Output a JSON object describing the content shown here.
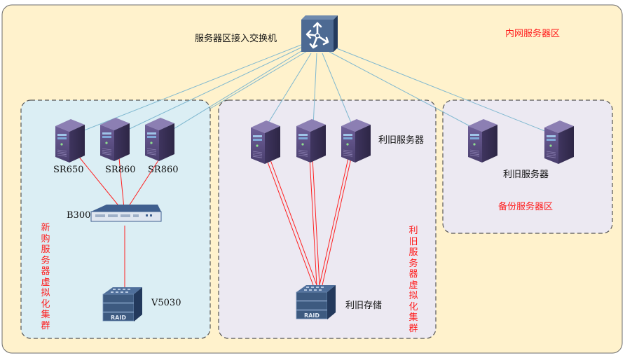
{
  "zones": {
    "intranet": {
      "label": "内网服务器区",
      "bg": "#fff2cc"
    },
    "new_cluster": {
      "label": "新购服务器虚拟化集群",
      "bg": "#dbeef4"
    },
    "old_cluster": {
      "label": "利旧服务器虚拟化集群",
      "bg": "#ece9f2"
    },
    "backup": {
      "label": "备份服务器区",
      "bg": "#ece9f2"
    }
  },
  "switch": {
    "label": "服务器区接入交换机",
    "icon": "switch-icon"
  },
  "new_cluster": {
    "servers": [
      {
        "label": "SR650"
      },
      {
        "label": "SR860"
      },
      {
        "label": "SR860"
      }
    ],
    "san_switch": {
      "label": "B300"
    },
    "storage": {
      "label": "V5030",
      "badge": "RAID"
    }
  },
  "old_cluster": {
    "servers_label": "利旧服务器",
    "server_count": 3,
    "storage": {
      "label": "利旧存储",
      "badge": "RAID"
    }
  },
  "backup": {
    "servers_label": "利旧服务器",
    "server_count": 2
  },
  "colors": {
    "uplink": "#7fb8d0",
    "storage_link": "#ff2020",
    "zone_label": "#ff1a1a",
    "device": "#3d5a80"
  }
}
